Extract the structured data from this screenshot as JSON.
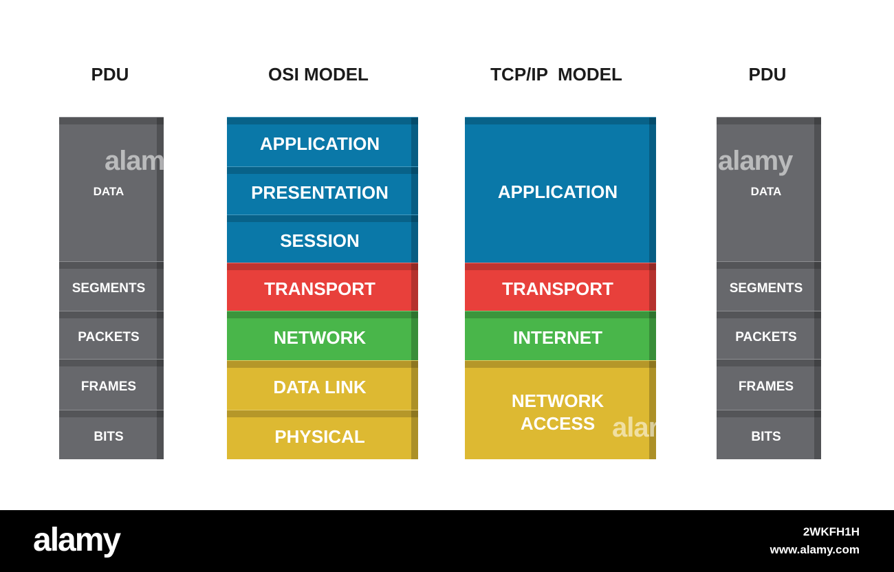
{
  "headings": {
    "pdu_left": "PDU",
    "osi": "OSI MODEL",
    "tcpip": "TCP/IP  MODEL",
    "pdu_right": "PDU"
  },
  "pdu_left": [
    "DATA",
    "SEGMENTS",
    "PACKETS",
    "FRAMES",
    "BITS"
  ],
  "osi_layers": [
    "APPLICATION",
    "PRESENTATION",
    "SESSION",
    "TRANSPORT",
    "NETWORK",
    "DATA LINK",
    "PHYSICAL"
  ],
  "tcpip_layers": [
    "APPLICATION",
    "TRANSPORT",
    "INTERNET",
    "NETWORK\nACCESS"
  ],
  "pdu_right": [
    "DATA",
    "SEGMENTS",
    "PACKETS",
    "FRAMES",
    "BITS"
  ],
  "colors": {
    "gray": "#67686c",
    "blue": "#0a78a8",
    "red": "#e8403b",
    "green": "#49b64a",
    "yellow": "#ddb932"
  },
  "watermark": {
    "logo": "alamy",
    "image_id": "2WKFH1H",
    "site": "www.alamy.com"
  }
}
